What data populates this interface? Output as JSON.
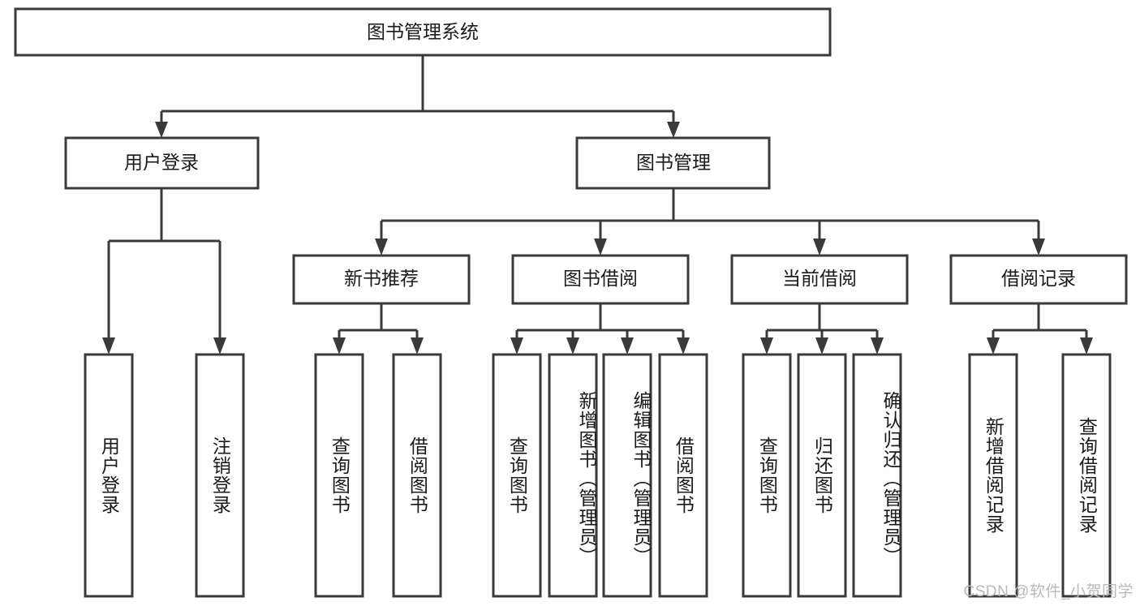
{
  "diagram": {
    "title": "图书管理系统",
    "watermark": "CSDN @软件_小贺同学",
    "colors": {
      "stroke": "#3a3a3a",
      "fill": "#ffffff",
      "text": "#1a1a1a",
      "watermark": "#b9b9b9",
      "background": "#ffffff"
    },
    "root": {
      "label": "图书管理系统"
    },
    "level2": [
      {
        "label": "用户登录"
      },
      {
        "label": "图书管理"
      }
    ],
    "level3": [
      {
        "label": "新书推荐"
      },
      {
        "label": "图书借阅"
      },
      {
        "label": "当前借阅"
      },
      {
        "label": "借阅记录"
      }
    ],
    "leaves": {
      "user_login": [
        {
          "label": "用户登录"
        },
        {
          "label": "注销登录"
        }
      ],
      "new_book_recommend": [
        {
          "label": "查询图书"
        },
        {
          "label": "借阅图书"
        }
      ],
      "book_borrow": [
        {
          "label": "查询图书"
        },
        {
          "label": "新增图书（管理员）"
        },
        {
          "label": "编辑图书（管理员）"
        },
        {
          "label": "借阅图书"
        }
      ],
      "current_borrow": [
        {
          "label": "查询图书"
        },
        {
          "label": "归还图书"
        },
        {
          "label": "确认归还（管理员）"
        }
      ],
      "borrow_record": [
        {
          "label": "新增借阅记录"
        },
        {
          "label": "查询借阅记录"
        }
      ]
    }
  }
}
